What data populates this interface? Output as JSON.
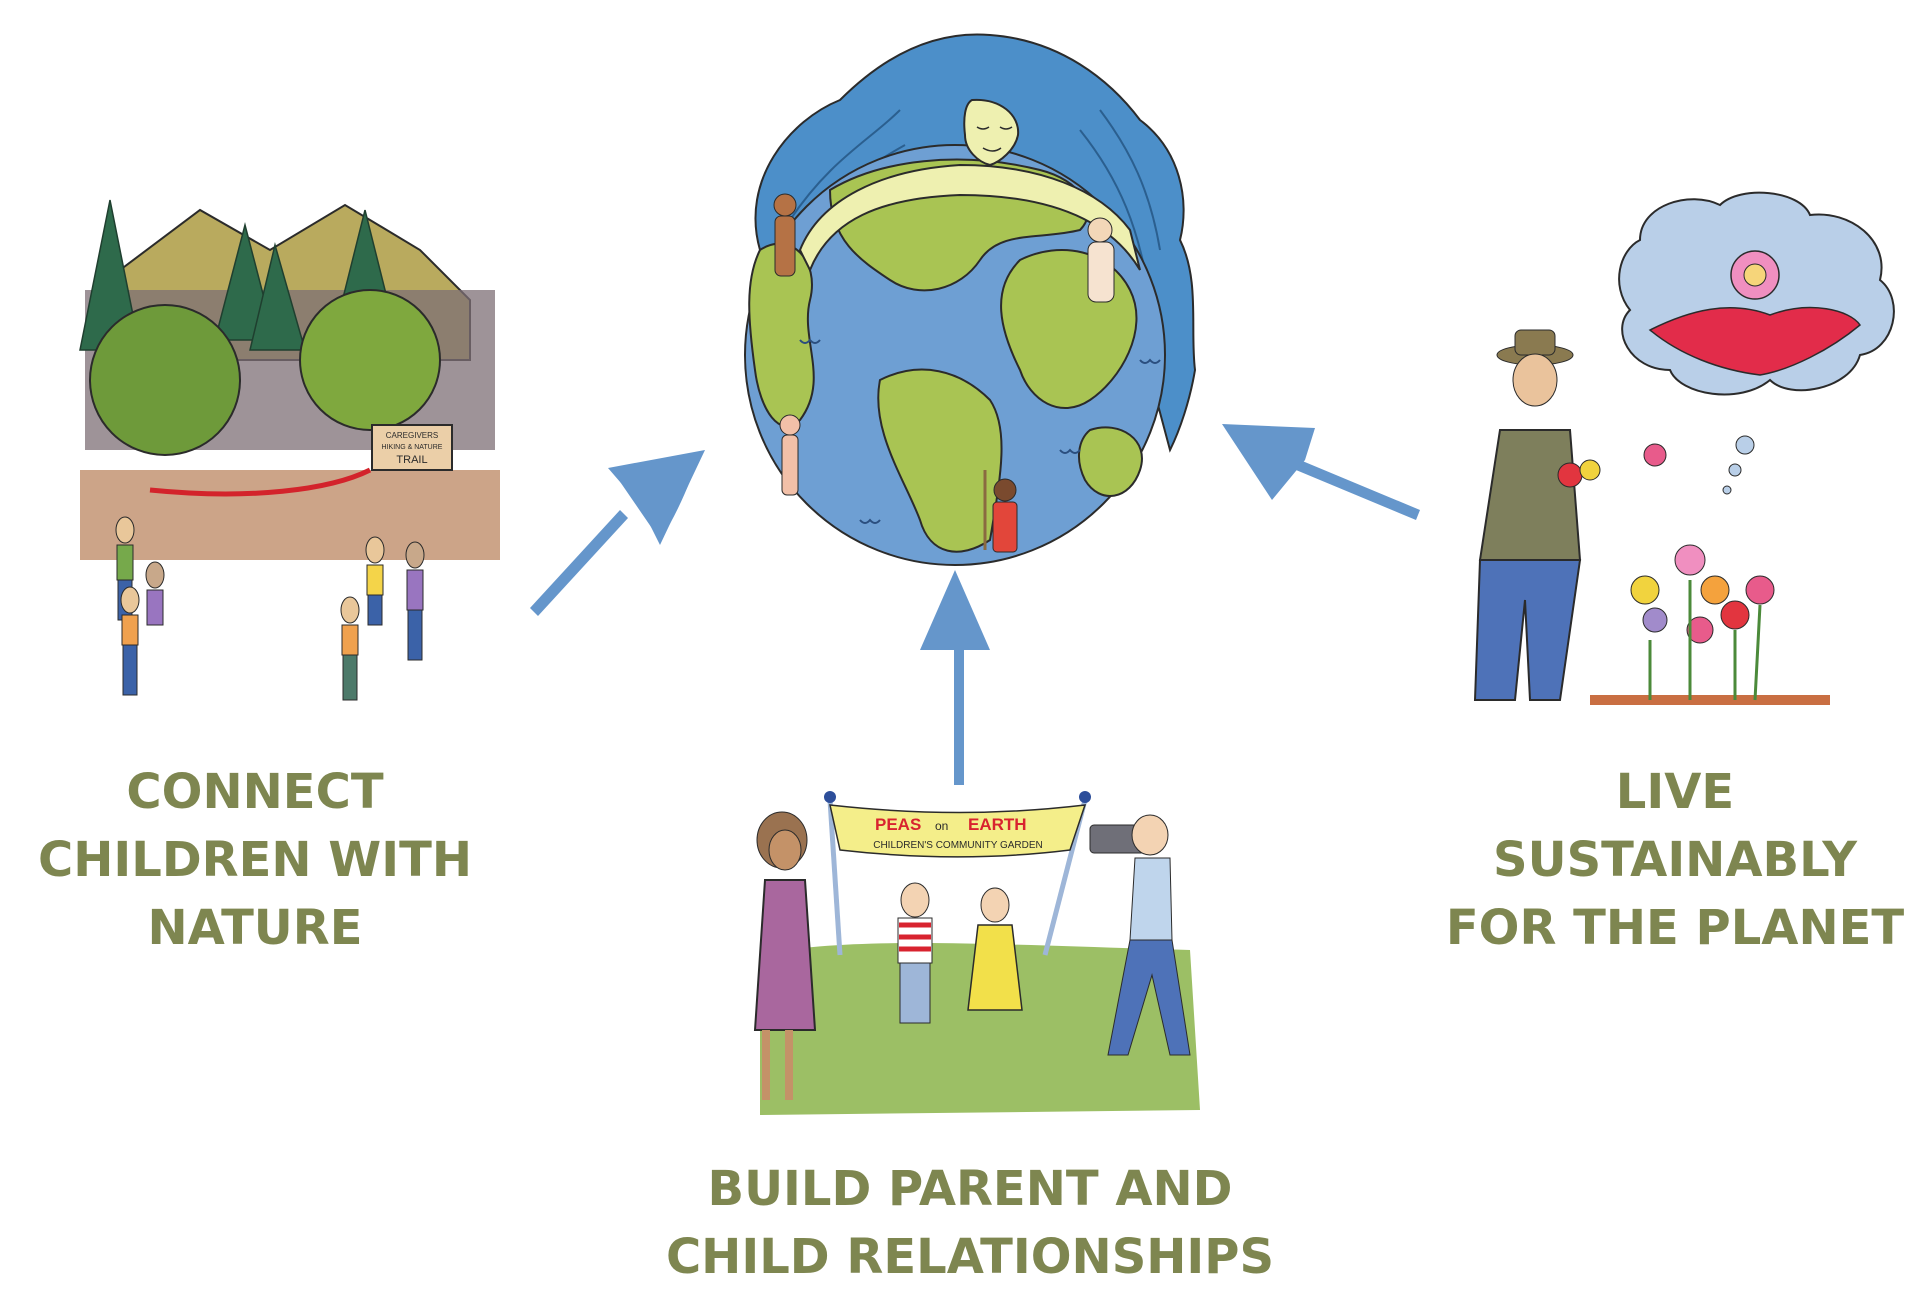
{
  "diagram": {
    "center": {
      "name": "Earth",
      "description": "Mother Earth embracing the globe with people of the world"
    },
    "goals": [
      {
        "id": "connect",
        "lines": [
          "CONNECT",
          "CHILDREN WITH",
          "NATURE"
        ],
        "position": "left",
        "sign_text": [
          "CAREGIVERS",
          "HIKING & NATURE",
          "TRAIL"
        ]
      },
      {
        "id": "build",
        "lines": [
          "BUILD PARENT AND",
          "CHILD RELATIONSHIPS"
        ],
        "position": "bottom",
        "banner_title": [
          "PEAS",
          "on",
          "EARTH"
        ],
        "banner_subtitle": "CHILDREN'S COMMUNITY GARDEN"
      },
      {
        "id": "live",
        "lines": [
          "LIVE",
          "SUSTAINABLY",
          "FOR THE PLANET"
        ],
        "position": "right"
      }
    ],
    "arrows": [
      {
        "from": "connect",
        "to": "center"
      },
      {
        "from": "build",
        "to": "center"
      },
      {
        "from": "live",
        "to": "center"
      }
    ]
  },
  "colors": {
    "label": "#7E8650",
    "arrow": "#6596CB",
    "ocean": "#6E9FD3",
    "land": "#A9C453",
    "hair": "#4C8FC9",
    "banner": "#F4EE8A",
    "banner_text": "#D8232F"
  }
}
